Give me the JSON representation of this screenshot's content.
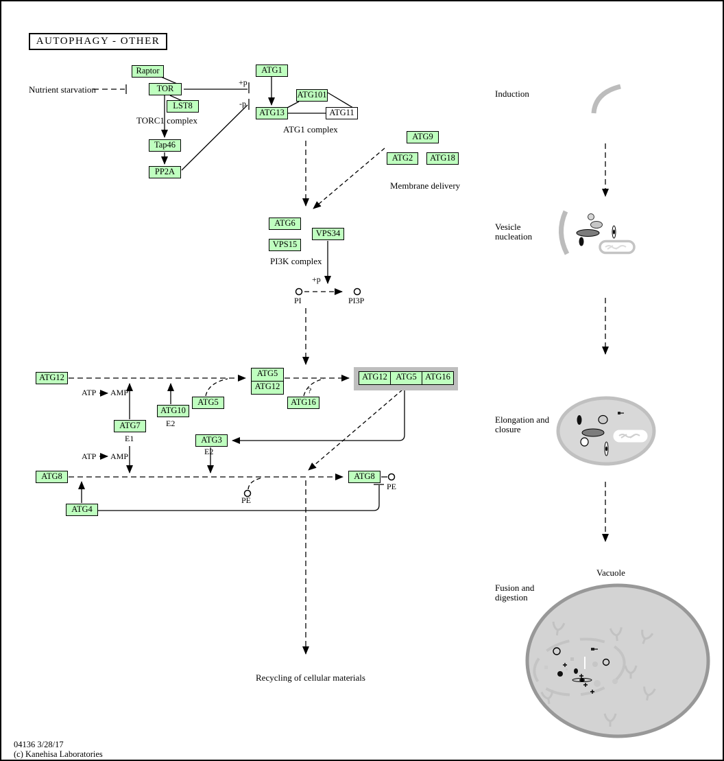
{
  "page": {
    "title_box": "AUTOPHAGY - OTHER",
    "footer_id": "04136 3/28/17",
    "footer_copyright": "(c) Kanehisa Laboratories"
  },
  "colors": {
    "gene_box_fill": "#BFFFBF",
    "gene_box_border": "#000000",
    "alt_box_fill": "#FFFFFF",
    "complex_highlight": "#BEBEBE",
    "organelle_gray": "#BCBCBC",
    "vacuole_fill": "#D3D3D3",
    "vacuole_border": "#989898"
  },
  "nodes": {
    "raptor": "Raptor",
    "tor": "TOR",
    "lst8": "LST8",
    "tap46": "Tap46",
    "pp2a": "PP2A",
    "atg1": "ATG1",
    "atg13": "ATG13",
    "atg101": "ATG101",
    "atg11": "ATG11",
    "atg9": "ATG9",
    "atg2": "ATG2",
    "atg18": "ATG18",
    "atg6": "ATG6",
    "vps34": "VPS34",
    "vps15": "VPS15",
    "atg12": "ATG12",
    "atg7": "ATG7",
    "atg10": "ATG10",
    "atg5": "ATG5",
    "stack_atg5": "ATG5",
    "stack_atg12": "ATG12",
    "complex_atg12": "ATG12",
    "complex_atg5": "ATG5",
    "complex_atg16": "ATG16",
    "atg16": "ATG16",
    "atg3": "ATG3",
    "atg8_left": "ATG8",
    "atg8_right": "ATG8",
    "atg4": "ATG4"
  },
  "labels": {
    "nutrient_starvation": "Nutrient starvation",
    "torc1_complex": "TORC1 complex",
    "atg1_complex": "ATG1 complex",
    "membrane_delivery": "Membrane delivery",
    "pi3k_complex": "PI3K complex",
    "plus_p_tor": "+p",
    "minus_p": "-p",
    "plus_p_vps34": "+p",
    "pi": "PI",
    "pi3p": "PI3P",
    "atp_1": "ATP",
    "amp_1": "AMP",
    "atp_2": "ATP",
    "amp_2": "AMP",
    "e1": "E1",
    "e2_atg10": "E2",
    "e2_atg3": "E2",
    "question": "?",
    "pe_left": "PE",
    "pe_right": "PE",
    "recycling": "Recycling of cellular materials"
  },
  "stages": {
    "induction": "Induction",
    "vesicle_nucleation": "Vesicle nucleation",
    "elongation_closure": "Elongation and closure",
    "vacuole": "Vacuole",
    "fusion_digestion": "Fusion and digestion"
  }
}
